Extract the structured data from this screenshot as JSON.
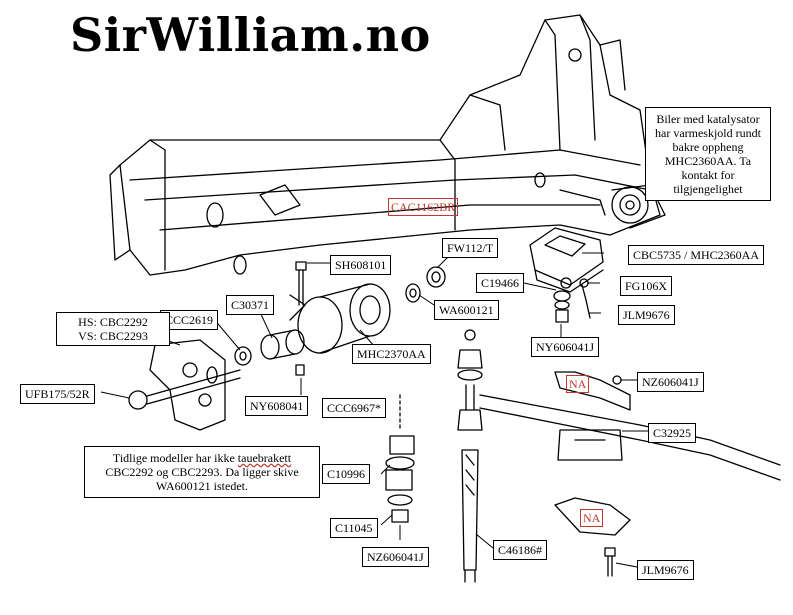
{
  "brand": "SirWilliam.no",
  "notes": {
    "catalyst": "Biler med katalysator har varmeskjold rundt bakre oppheng MHC2360AA. Ta kontakt for tilgjengelighet",
    "early_models_prefix": "Tidlige modeller har ikke ",
    "early_models_word": "tauebrakett",
    "early_models_suffix": " CBC2292 og CBC2293. Da ligger skive WA600121 istedet."
  },
  "labels": {
    "cac1162br": "CAC1162BR",
    "sh608101": "SH608101",
    "fw112t": "FW112/T",
    "cbc5735": "CBC5735 / MHC2360AA",
    "c19466": "C19466",
    "fg106x": "FG106X",
    "wa600121": "WA600121",
    "jlm9676_top": "JLM9676",
    "ny606041j": "NY606041J",
    "c30371": "C30371",
    "ccc2619": "CCC2619",
    "hs": "HS: CBC2292",
    "vs": "VS: CBC2293",
    "mhc2370aa": "MHC2370AA",
    "ufb175": "UFB175/52R",
    "ny608041": "NY608041",
    "ccc6967": "CCC6967*",
    "na_top": "NA",
    "nz606041j_right": "NZ606041J",
    "c32925": "C32925",
    "c10996": "C10996",
    "c11045": "C11045",
    "nz606041j_bottom": "NZ606041J",
    "c46186": "C46186#",
    "na_bottom": "NA",
    "jlm9676_bottom": "JLM9676"
  }
}
